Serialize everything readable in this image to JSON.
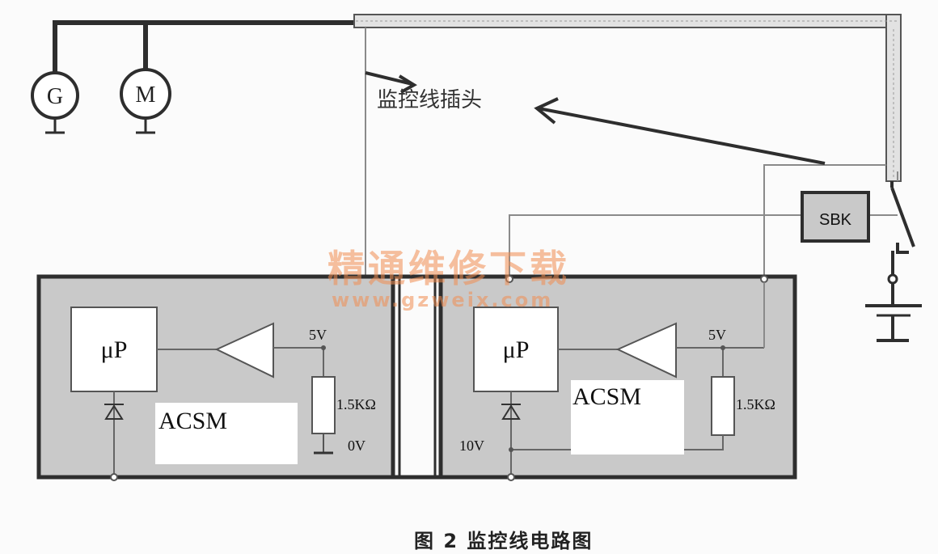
{
  "diagram": {
    "generator_label": "G",
    "motor_label": "M",
    "callout_label": "监控线插头",
    "sbk_label": "SBK",
    "modules": [
      {
        "mcu_label": "μP",
        "module_label": "ACSM",
        "supply_label": "5V",
        "resistor_label": "1.5KΩ",
        "ground_label": "0V"
      },
      {
        "mcu_label": "μP",
        "module_label": "ACSM",
        "supply_label": "5V",
        "resistor_label": "1.5KΩ",
        "ground_label": "10V"
      }
    ],
    "caption": "图 2   监控线电路图"
  },
  "watermark": {
    "text_cn": "精通维修下载",
    "url": "www.gzweix.com"
  },
  "colors": {
    "line": "#2e2e2e",
    "thin_line": "#8a8a8a",
    "box_fill": "#c9c9c9",
    "watermark": "#f08c50"
  }
}
